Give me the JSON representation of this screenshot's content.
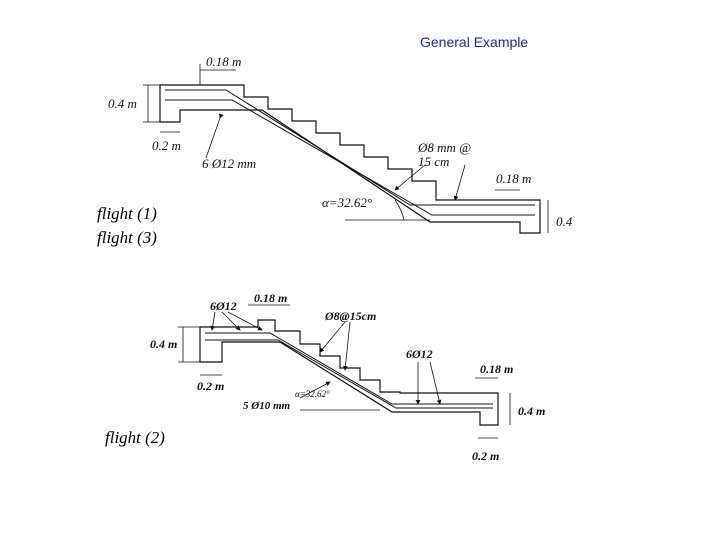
{
  "title": "General Example",
  "top_drawing": {
    "dim_top_width": "0.18 m",
    "dim_left_height": "0.4 m",
    "dim_left_bottom": "0.2 m",
    "main_bars": "6 Ø12 mm",
    "stirrups": "Ø8 mm @",
    "stirrup_spacing": "15 cm",
    "dim_right_width": "0.18 m",
    "angle": "α=32.62°",
    "dim_right_height": "0.4",
    "flight_label_1": "flight (1)",
    "flight_label_3": "flight (3)"
  },
  "bottom_drawing": {
    "top_bars": "6Ø12",
    "dim_top_width": "0.18 m",
    "stirrups": "Ø8@15cm",
    "dim_left_height": "0.4 m",
    "mid_bars": "6Ø12",
    "dim_right_width": "0.18 m",
    "dim_left_bottom": "0.2 m",
    "angle": "α=32.62°",
    "bottom_bars": "5 Ø10 mm",
    "dim_right_height": "0.4 m",
    "dim_right_bottom": "0.2 m",
    "flight_label": "flight (2)"
  }
}
